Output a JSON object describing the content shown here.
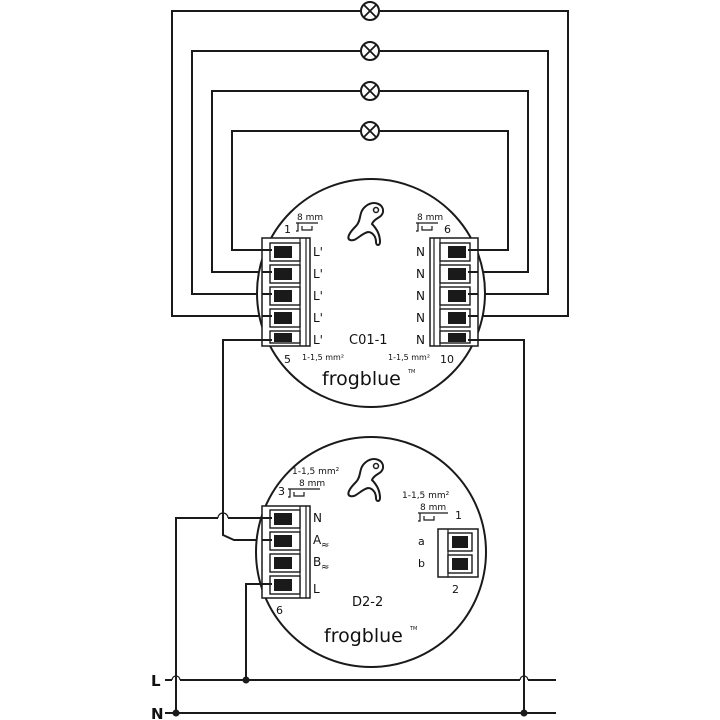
{
  "co1": {
    "model": "C01-1",
    "brand": "frogblue",
    "tm": "TM",
    "left_labels": [
      "L'",
      "L'",
      "L'",
      "L'",
      "L'"
    ],
    "right_labels": [
      "N",
      "N",
      "N",
      "N",
      "N"
    ],
    "strip_left": "8 mm",
    "strip_right": "8 mm",
    "pin_top_left": "1",
    "pin_top_right": "6",
    "pin_bottom_left": "5",
    "pin_bottom_right": "10",
    "cross_left": "1-1,5 mm²",
    "cross_right": "1-1,5 mm²"
  },
  "d2": {
    "model": "D2-2",
    "brand": "frogblue",
    "tm": "TM",
    "left_labels": [
      "N",
      "A",
      "B",
      "L"
    ],
    "right_labels": [
      "a",
      "b"
    ],
    "strip_left": "8 mm",
    "strip_right": "8 mm",
    "cross_left": "1-1,5 mm²",
    "cross_right": "1-1,5 mm²",
    "pin_top_left": "3",
    "pin_bottom_left": "6",
    "pin_top_right": "1",
    "pin_bottom_right": "2"
  },
  "mains": {
    "L": "L",
    "N": "N"
  },
  "lamp_count": 4
}
